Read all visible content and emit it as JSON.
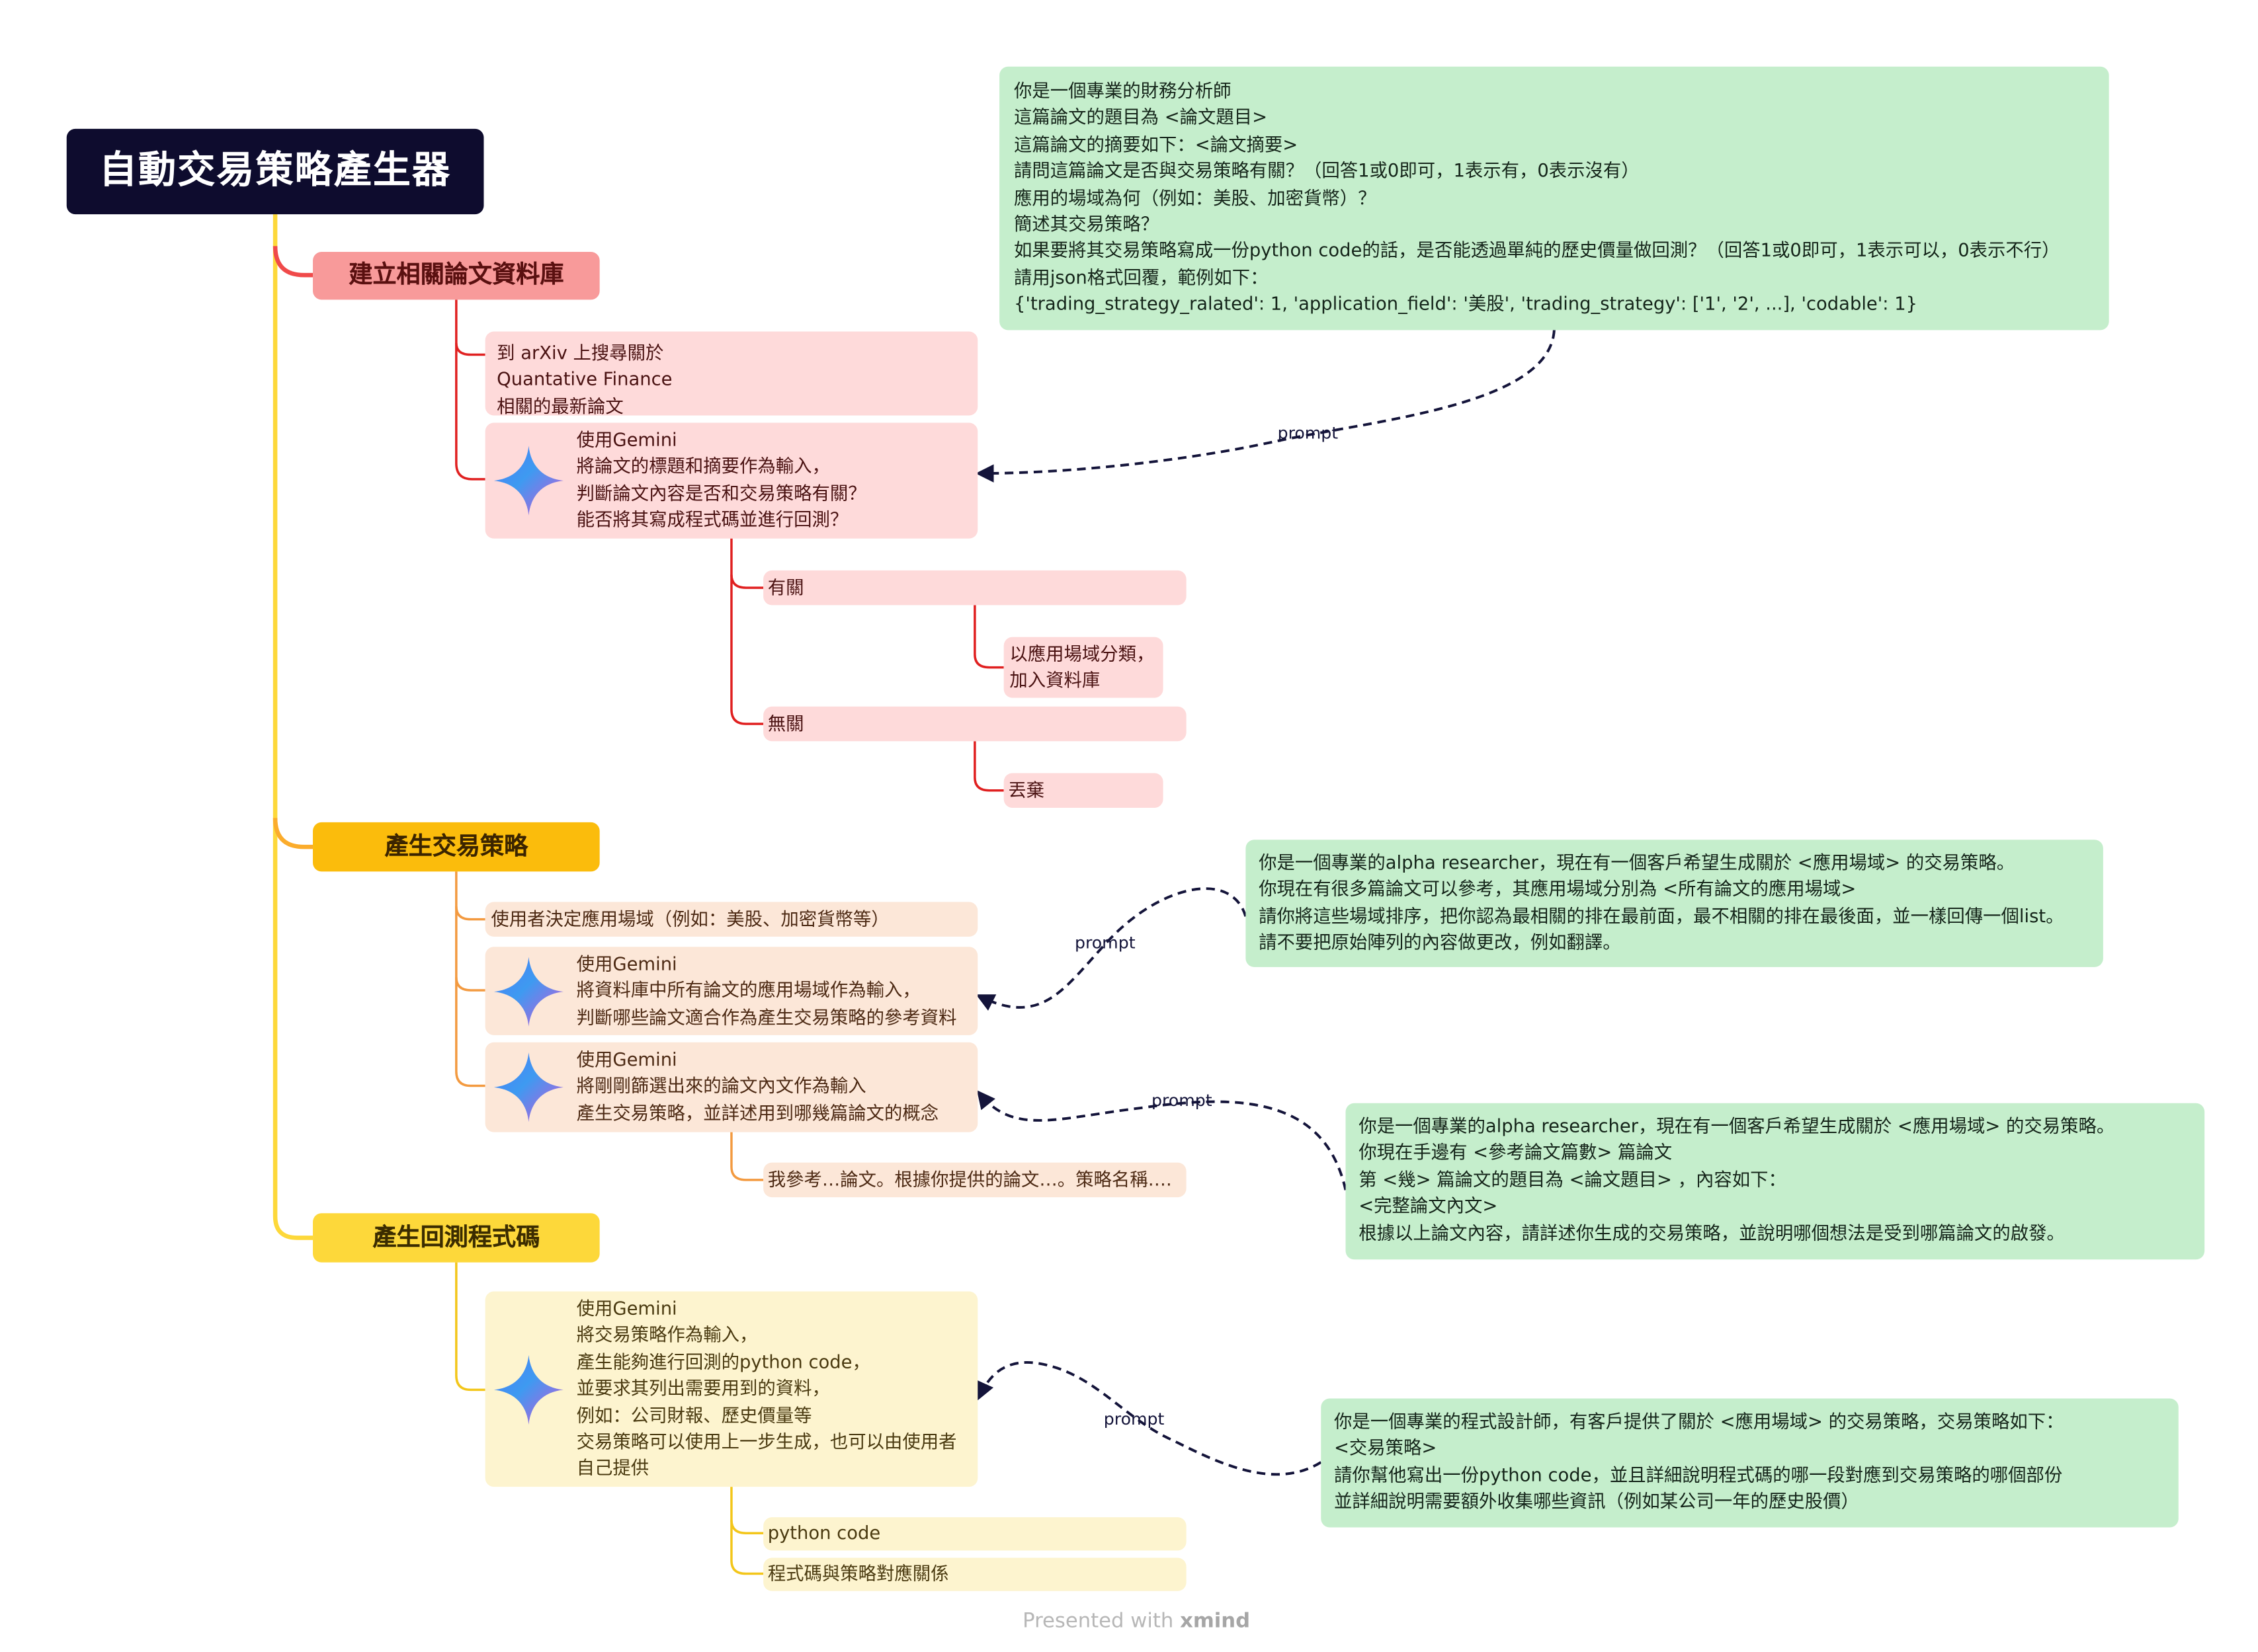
{
  "root": {
    "title": "自動交易策略產生器"
  },
  "branches": {
    "b1": {
      "label": "建立相關論文資料庫",
      "color": "#f89a9a"
    },
    "b2": {
      "label": "產生交易策略",
      "color": "#fbbc0c"
    },
    "b3": {
      "label": "產生回測程式碼",
      "color": "#fdd83a"
    }
  },
  "nodes": {
    "arxiv": {
      "lines": [
        "到 arXiv 上搜尋關於",
        "Quantative Finance",
        "相關的最新論文"
      ]
    },
    "gemini1": {
      "lines": [
        "使用Gemini",
        "將論文的標題和摘要作為輸入，",
        "判斷論文內容是否和交易策略有關？",
        "能否將其寫成程式碼並進行回測？"
      ]
    },
    "related": {
      "label": "有關"
    },
    "classify": {
      "lines": [
        "以應用場域分類，",
        "加入資料庫"
      ]
    },
    "unrelated": {
      "label": "無關"
    },
    "discard": {
      "label": "丟棄"
    },
    "user_domain": {
      "label": "使用者決定應用場域（例如：美股、加密貨幣等）"
    },
    "gemini2": {
      "lines": [
        "使用Gemini",
        "將資料庫中所有論文的應用場域作為輸入，",
        "判斷哪些論文適合作為產生交易策略的參考資料"
      ]
    },
    "gemini3": {
      "lines": [
        "使用Gemini",
        "將剛剛篩選出來的論文內文作為輸入",
        "產生交易策略，並詳述用到哪幾篇論文的概念"
      ]
    },
    "reference": {
      "label": "我參考…論文。根據你提供的論文…。策略名稱…."
    },
    "gemini4": {
      "lines": [
        "使用Gemini",
        "將交易策略作為輸入，",
        "產生能夠進行回測的python code，",
        "並要求其列出需要用到的資料，",
        "例如：公司財報、歷史價量等",
        "交易策略可以使用上一步生成，也可以由使用者",
        "自己提供"
      ]
    },
    "python_code": {
      "label": "python code"
    },
    "code_mapping": {
      "label": "程式碼與策略對應關係"
    }
  },
  "prompts": {
    "p1": {
      "lines": [
        "你是一個專業的財務分析師",
        "這篇論文的題目為 <論文題目>",
        "這篇論文的摘要如下：<論文摘要>",
        "請問這篇論文是否與交易策略有關？（回答1或0即可，1表示有，0表示沒有）",
        "應用的場域為何（例如：美股、加密貨幣）？",
        "簡述其交易策略？",
        "如果要將其交易策略寫成一份python code的話，是否能透過單純的歷史價量做回測？（回答1或0即可，1表示可以，0表示不行）",
        "請用json格式回覆，範例如下：",
        "{'trading_strategy_ralated': 1, 'application_field': '美股', 'trading_strategy': ['1', '2', ...], 'codable': 1}"
      ]
    },
    "p2": {
      "lines": [
        "你是一個專業的alpha researcher，現在有一個客戶希望生成關於 <應用場域> 的交易策略。",
        "你現在有很多篇論文可以參考，其應用場域分別為 <所有論文的應用場域>",
        "請你將這些場域排序，把你認為最相關的排在最前面，最不相關的排在最後面，並一樣回傳一個list。",
        "請不要把原始陣列的內容做更改，例如翻譯。"
      ]
    },
    "p3": {
      "lines": [
        "你是一個專業的alpha researcher，現在有一個客戶希望生成關於 <應用場域> 的交易策略。",
        "你現在手邊有 <參考論文篇數> 篇論文",
        "第 <幾> 篇論文的題目為 <論文題目> ，內容如下：",
        "<完整論文內文>",
        "根據以上論文內容，請詳述你生成的交易策略，並說明哪個想法是受到哪篇論文的啟發。"
      ]
    },
    "p4": {
      "lines": [
        "你是一個專業的程式設計師，有客戶提供了關於 <應用場域> 的交易策略，交易策略如下：",
        "<交易策略>",
        "請你幫他寫出一份python code，並且詳細說明程式碼的哪一段對應到交易策略的哪個部份",
        "並詳細說明需要額外收集哪些資訊（例如某公司一年的歷史股價）"
      ]
    }
  },
  "prompt_label": "prompt",
  "icons": {
    "gemini": "gemini-star-icon"
  },
  "watermark": {
    "prefix": "Presented with",
    "brand": "xmind"
  }
}
